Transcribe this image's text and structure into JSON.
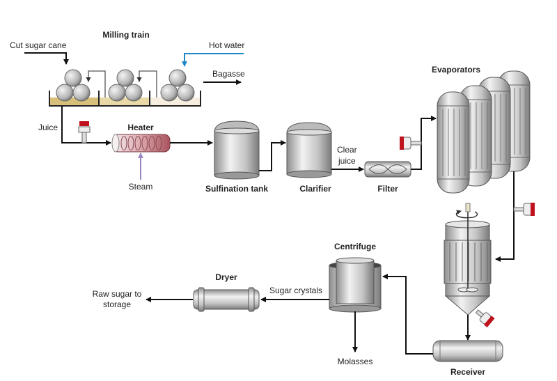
{
  "labels": {
    "milling_train": "Milling train",
    "cut_sugar_cane": "Cut sugar cane",
    "hot_water": "Hot water",
    "bagasse": "Bagasse",
    "juice": "Juice",
    "heater": "Heater",
    "steam": "Steam",
    "sulfination_tank": "Sulfination tank",
    "clarifier": "Clarifier",
    "clear_juice_1": "Clear",
    "clear_juice_2": "juice",
    "filter": "Filter",
    "evaporators": "Evaporators",
    "centrifuge": "Centrifuge",
    "sugar_crystals": "Sugar crystals",
    "dryer": "Dryer",
    "raw_sugar_1": "Raw sugar to",
    "raw_sugar_2": "storage",
    "molasses": "Molasses",
    "receiver": "Receiver"
  },
  "colors": {
    "flow_line": "#111111",
    "hot_water": "#1e88c8",
    "steam": "#9a86c0",
    "valve_red": "#c0121c",
    "juice_dark": "#d8c07a",
    "juice_mid": "#e8d9a6",
    "juice_light": "#f6efdf",
    "heater": "#c98a92"
  }
}
